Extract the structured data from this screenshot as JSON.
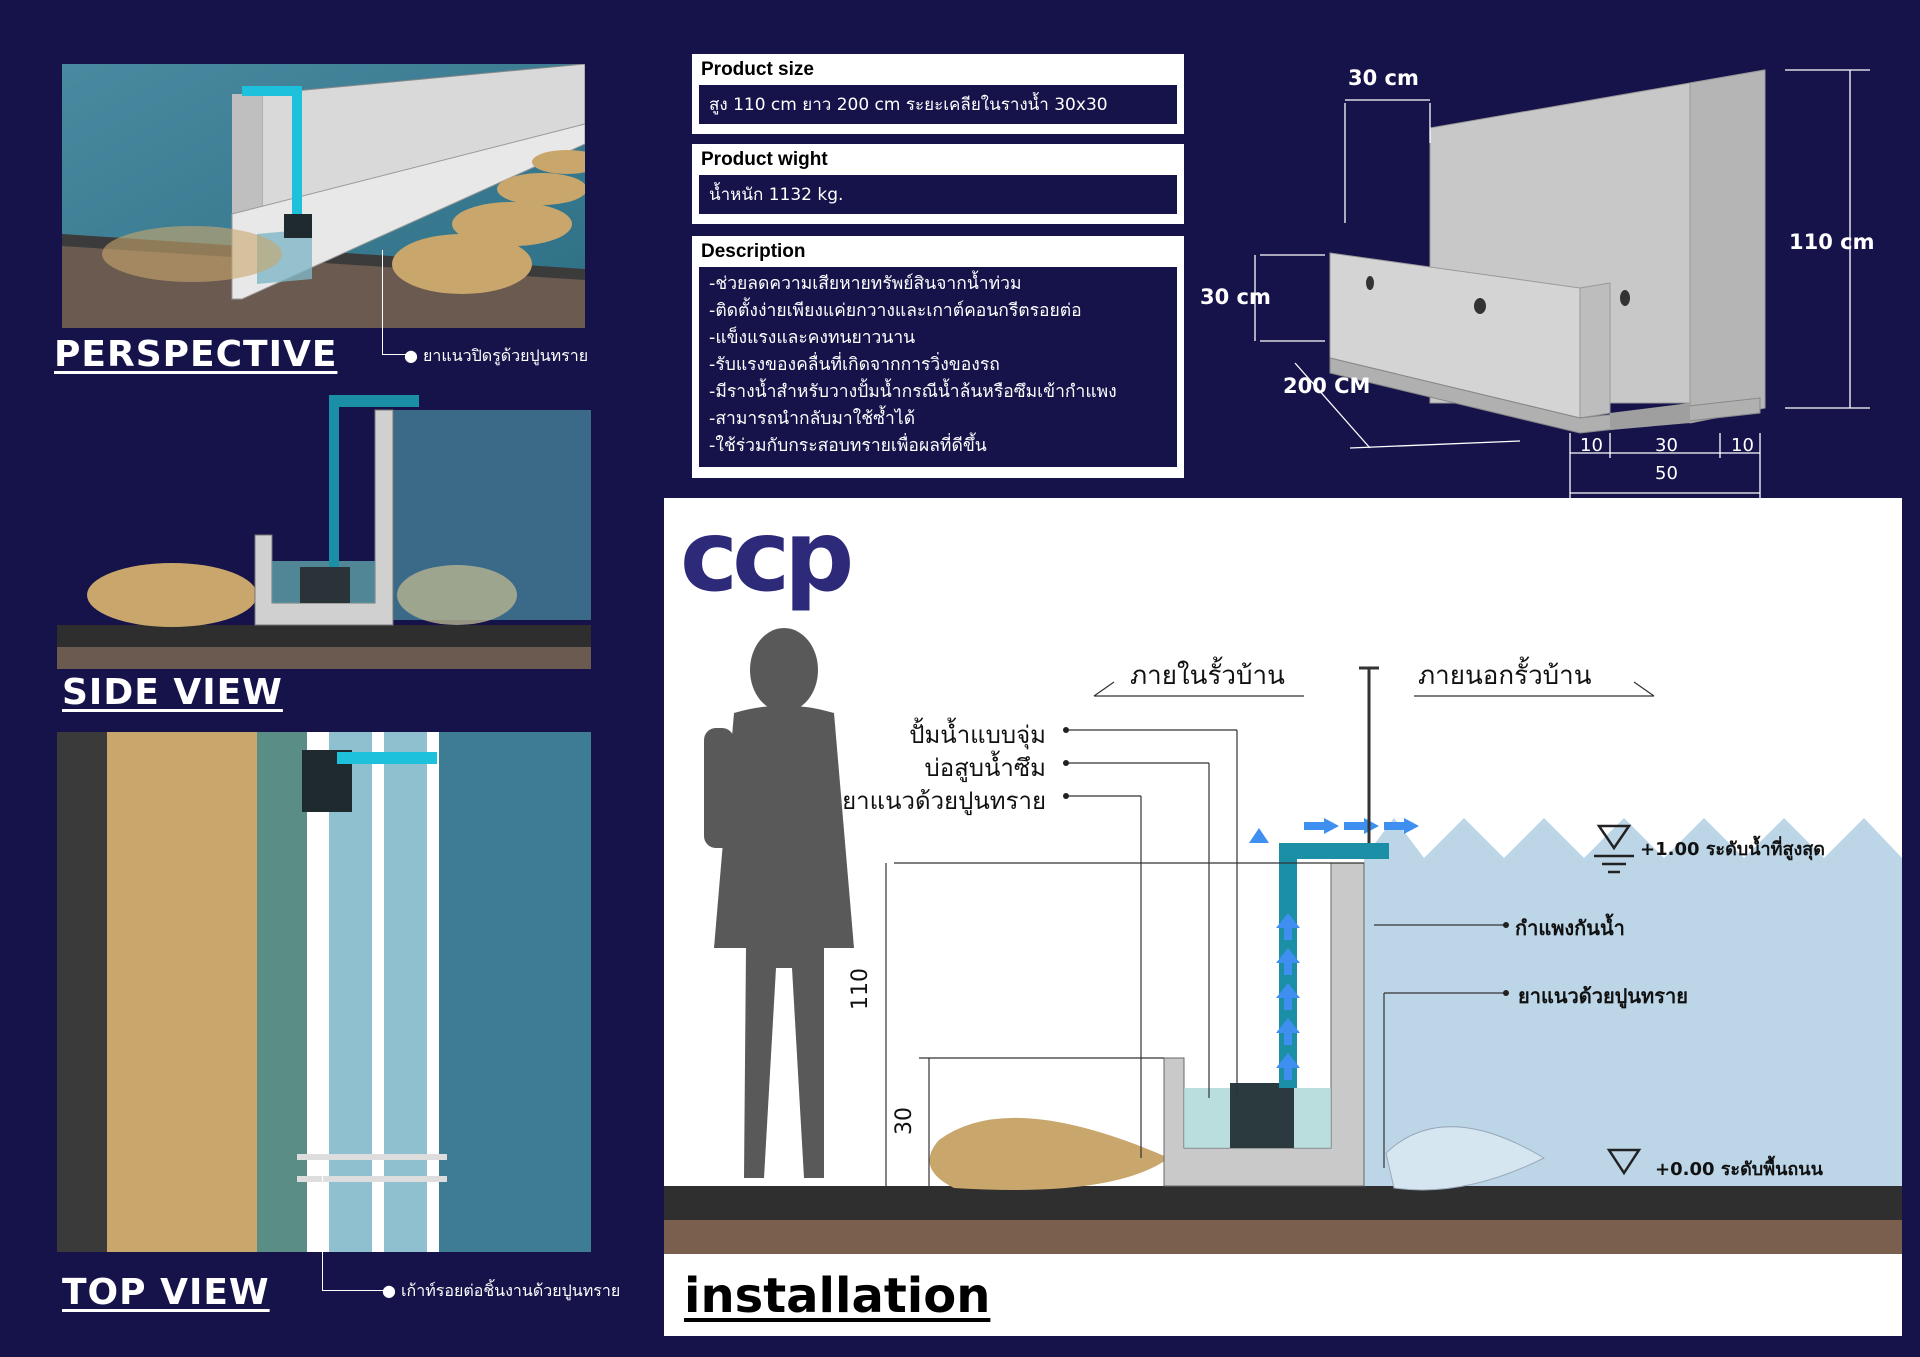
{
  "views": {
    "perspective": {
      "title": "PERSPECTIVE",
      "note": "ยาแนวปิดรูด้วยปูนทราย"
    },
    "side": {
      "title": "SIDE VIEW"
    },
    "top": {
      "title": "TOP  VIEW",
      "note": "เก้าท์รอยต่อชิ้นงานด้วยปูนทราย"
    }
  },
  "info": {
    "size": {
      "heading": "Product size",
      "text": "สูง 110 cm ยาว 200 cm ระยะเคลียในรางน้ำ 30x30"
    },
    "weight": {
      "heading": "Product wight",
      "text": "น้ำหนัก 1132 kg."
    },
    "description": {
      "heading": "Description",
      "lines": [
        "-ช่วยลดความเสียหายทรัพย์สินจากน้ำท่วม",
        "-ติดตั้งง่ายเพียงแค่ยกวางและเกาต์คอนกรีตรอยต่อ",
        "-แข็งแรงและคงทนยาวนาน",
        "-รับแรงของคลื่นที่เกิดจากการวิ่งของรถ",
        "-มีรางน้ำสำหรับวางปั้มน้ำกรณีน้ำล้นหรือซึมเข้ากำแพง",
        "-สามารถนำกลับมาใช้ซ้ำได้",
        "-ใช้ร่วมกับกระสอบทรายเพื่อผลที่ดีขึ้น"
      ]
    }
  },
  "dimensions": {
    "top_width": "30 cm",
    "inner_height": "30 cm",
    "length": "200 CM",
    "height": "110 cm",
    "base": [
      "10",
      "30",
      "10"
    ],
    "base_total": "50"
  },
  "installation": {
    "logo": "ccp",
    "title": "installation",
    "inside": "ภายในรั้วบ้าน",
    "outside": "ภายนอกรั้วบ้าน",
    "labels": {
      "pump": "ปั้มน้ำแบบจุ่ม",
      "sump": "บ่อสูบน้ำซึม",
      "sealant_left": "ยาแนวด้วยปูนทราย",
      "wall": "กำแพงกันน้ำ",
      "sealant_right": "ยาแนวด้วยปูนทราย"
    },
    "levels": {
      "high": "+1.00 ระดับน้ำที่สูงสุด",
      "ground": "+0.00 ระดับพื้นถนน"
    },
    "dim_110": "110",
    "dim_30": "30"
  },
  "colors": {
    "background": "#15134a",
    "water": "#bcd6e8",
    "pipe": "#1b8fa6",
    "arrow": "#3f8ff0",
    "sandbag": "#c9a66c",
    "concrete": "#c9c9c9"
  }
}
